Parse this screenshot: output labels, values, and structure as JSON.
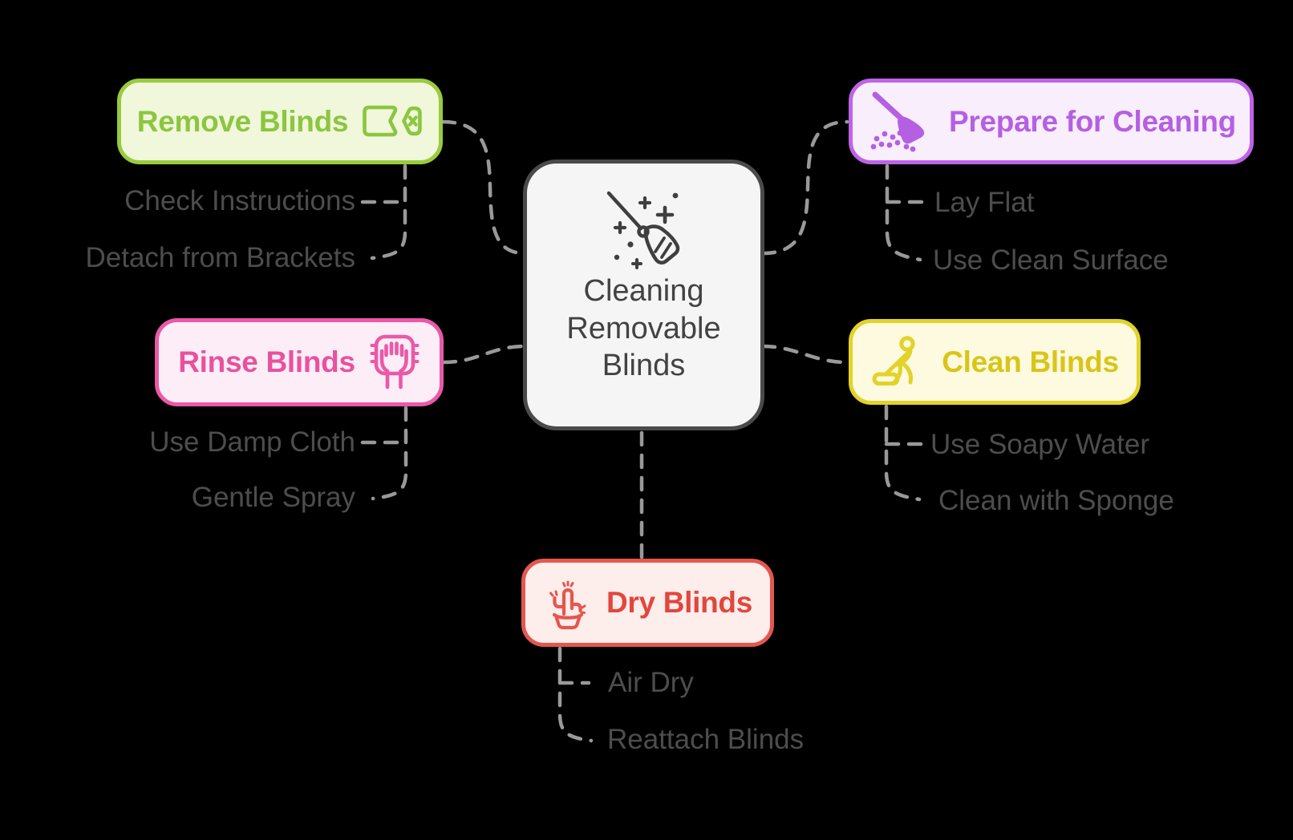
{
  "diagram": {
    "background_color": "#000000",
    "connector_color": "#999999",
    "sub_item_text_color": "#4D4D4D"
  },
  "center": {
    "label": "Cleaning Removable Blinds",
    "icon": "broom-sparkles-icon",
    "fill": "#F5F5F5",
    "border_color": "#4A4A4A",
    "text_color": "#424242"
  },
  "branches": [
    {
      "id": "remove-blinds",
      "title": "Remove Blinds",
      "icon": "detach-tag-x-icon",
      "color": "#8CC63F",
      "fill": "#F0F7DB",
      "items": [
        "Check Instructions",
        "Detach from Brackets"
      ]
    },
    {
      "id": "prepare-for-cleaning",
      "title": "Prepare for Cleaning",
      "icon": "sweeping-broom-dust-icon",
      "color": "#B55FE3",
      "fill": "#F9EEFC",
      "items": [
        "Lay Flat",
        "Use Clean Surface"
      ]
    },
    {
      "id": "rinse-blinds",
      "title": "Rinse Blinds",
      "icon": "hand-wipe-icon",
      "color": "#E8519F",
      "fill": "#FDEDF6",
      "items": [
        "Use Damp Cloth",
        "Gentle Spray"
      ]
    },
    {
      "id": "clean-blinds",
      "title": "Clean Blinds",
      "icon": "person-mopping-icon",
      "color": "#D9C517",
      "fill": "#FDFADF",
      "items": [
        "Use Soapy Water",
        "Clean with Sponge"
      ]
    },
    {
      "id": "dry-blinds",
      "title": "Dry Blinds",
      "icon": "cactus-pot-icon",
      "color": "#E2463D",
      "fill": "#FDEDEB",
      "items": [
        "Air Dry",
        "Reattach Blinds"
      ]
    }
  ]
}
